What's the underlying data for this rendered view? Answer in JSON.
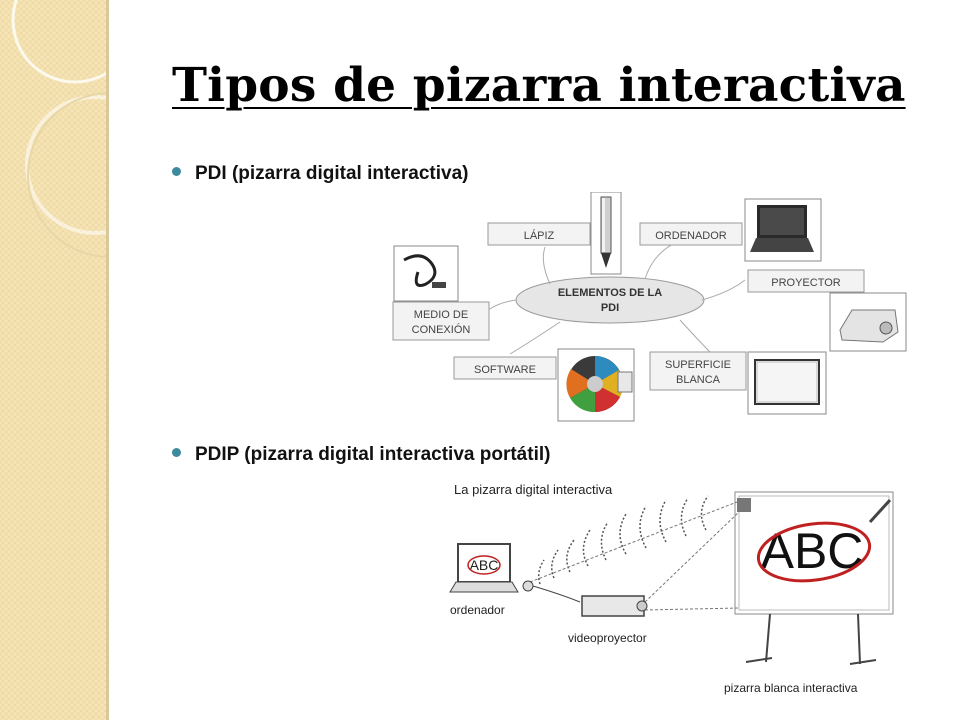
{
  "slide": {
    "title": "Tipos de pizarra interactiva",
    "bullets": [
      "PDI (pizarra digital interactiva)",
      "PDIP (pizarra digital interactiva portátil)"
    ]
  },
  "pdi_diagram": {
    "center": [
      "ELEMENTOS DE LA",
      "PDI"
    ],
    "labels": {
      "lapiz": "LÁPIZ",
      "ordenador": "ORDENADOR",
      "proyector": "PROYECTOR",
      "medio": [
        "MEDIO DE",
        "CONEXIÓN"
      ],
      "software": "SOFTWARE",
      "superficie": [
        "SUPERFICIE",
        "BLANCA"
      ]
    }
  },
  "pdip_diagram": {
    "caption_title": "La pizarra digital interactiva",
    "board_text": "ABC",
    "screen_text": "ABC",
    "label_ordenador": "ordenador",
    "label_proyector": "videoproyector",
    "label_pizarra": "pizarra blanca interactiva"
  },
  "colors": {
    "bullet": "#3d8aa0",
    "sidebar": "#f4e3b2",
    "board_text": "#c02020"
  }
}
